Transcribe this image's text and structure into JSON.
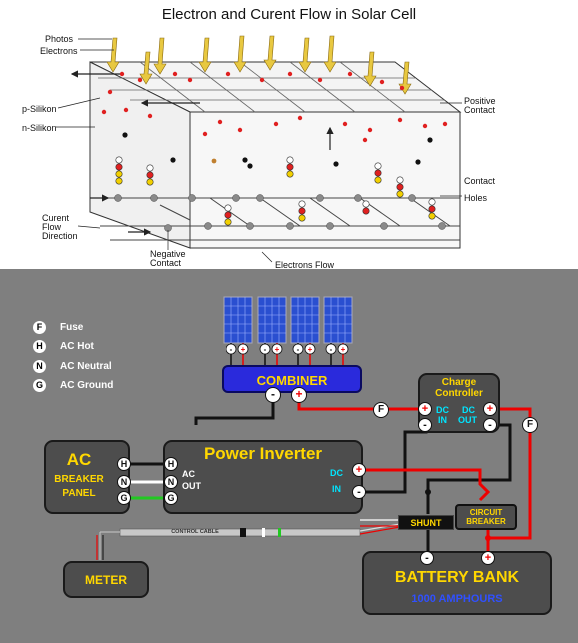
{
  "top_diagram": {
    "title": "Electron and Curent Flow in Solar Cell",
    "labels": {
      "photos": "Photos",
      "electrons": "Electrons",
      "p_silikon": "p-Silikon",
      "n_silikon": "n-Silikon",
      "positive_contact_1": "Positive",
      "positive_contact_2": "Contact",
      "contact": "Contact",
      "holes": "Holes",
      "current_flow_1": "Curent",
      "current_flow_2": "Flow",
      "current_flow_3": "Direction",
      "negative_contact_1": "Negative",
      "negative_contact_2": "Contact",
      "electrons_flow": "Electrons Flow"
    }
  },
  "bottom_diagram": {
    "legend": [
      {
        "key": "F",
        "label": "Fuse"
      },
      {
        "key": "H",
        "label": "AC Hot"
      },
      {
        "key": "N",
        "label": "AC Neutral"
      },
      {
        "key": "G",
        "label": "AC Ground"
      }
    ],
    "combiner": "COMBINER",
    "charge_controller_1": "Charge",
    "charge_controller_2": "Controller",
    "dc_in_1": "DC",
    "dc_in_2": "IN",
    "dc_out_1": "DC",
    "dc_out_2": "OUT",
    "power_inverter": "Power Inverter",
    "ac_out_1": "AC",
    "ac_out_2": "OUT",
    "inv_dc_1": "DC",
    "inv_dc_2": "IN",
    "ac_panel_1": "AC",
    "ac_panel_2": "BREAKER",
    "ac_panel_3": "PANEL",
    "shunt": "SHUNT",
    "circuit_breaker_1": "CIRCUIT",
    "circuit_breaker_2": "BREAKER",
    "control_cable": "CONTROL CABLE",
    "meter": "METER",
    "battery_bank": "BATTERY BANK",
    "battery_capacity": "1000 AMPHOURS",
    "fuse_key": "F",
    "hot_key": "H",
    "neutral_key": "N",
    "ground_key": "G",
    "plus": "+",
    "minus": "-"
  }
}
